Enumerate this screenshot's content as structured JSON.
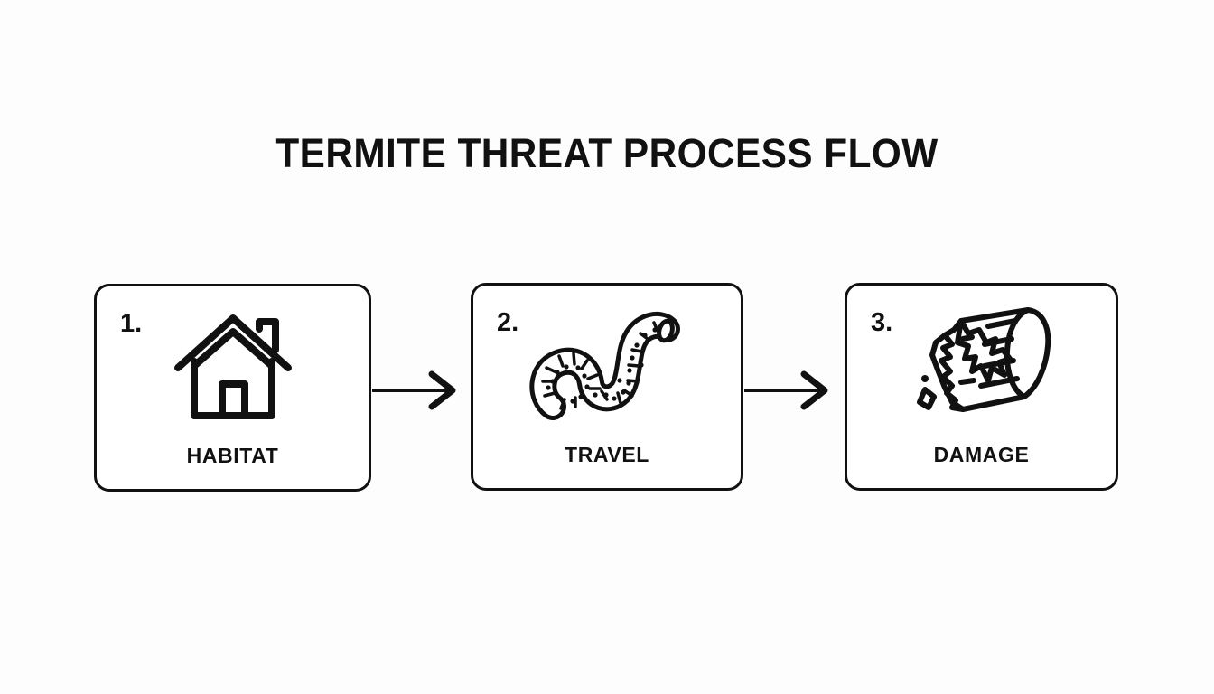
{
  "page": {
    "title": "TERMITE THREAT PROCESS FLOW",
    "background_color": "#fdfdfd",
    "ink_color": "#111111"
  },
  "flow": {
    "steps": [
      {
        "number": "1.",
        "label": "HABITAT",
        "icon": "house-icon"
      },
      {
        "number": "2.",
        "label": "TRAVEL",
        "icon": "termite-mud-tube-icon"
      },
      {
        "number": "3.",
        "label": "DAMAGE",
        "icon": "broken-wood-log-icon"
      }
    ],
    "connectors": [
      {
        "icon": "arrow-right-icon",
        "from": "HABITAT",
        "to": "TRAVEL"
      },
      {
        "icon": "arrow-right-icon",
        "from": "TRAVEL",
        "to": "DAMAGE"
      }
    ]
  }
}
